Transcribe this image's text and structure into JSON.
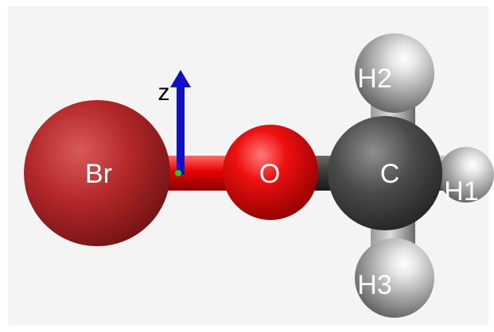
{
  "molecule": {
    "atoms": [
      {
        "id": "br",
        "label": "Br",
        "element": "Br",
        "color": "#b5282a"
      },
      {
        "id": "o",
        "label": "O",
        "element": "O",
        "color": "#e00000"
      },
      {
        "id": "c",
        "label": "C",
        "element": "C",
        "color": "#4a4a4a"
      },
      {
        "id": "h1",
        "label": "H1",
        "element": "H",
        "color": "#b8b8b8"
      },
      {
        "id": "h2",
        "label": "H2",
        "element": "H",
        "color": "#b8b8b8"
      },
      {
        "id": "h3",
        "label": "H3",
        "element": "H",
        "color": "#b8b8b8"
      }
    ],
    "bonds": [
      {
        "from": "br",
        "to": "o"
      },
      {
        "from": "o",
        "to": "c"
      },
      {
        "from": "c",
        "to": "h1"
      },
      {
        "from": "c",
        "to": "h2"
      },
      {
        "from": "c",
        "to": "h3"
      }
    ]
  },
  "axis": {
    "label": "z",
    "color": "#1010c8"
  }
}
